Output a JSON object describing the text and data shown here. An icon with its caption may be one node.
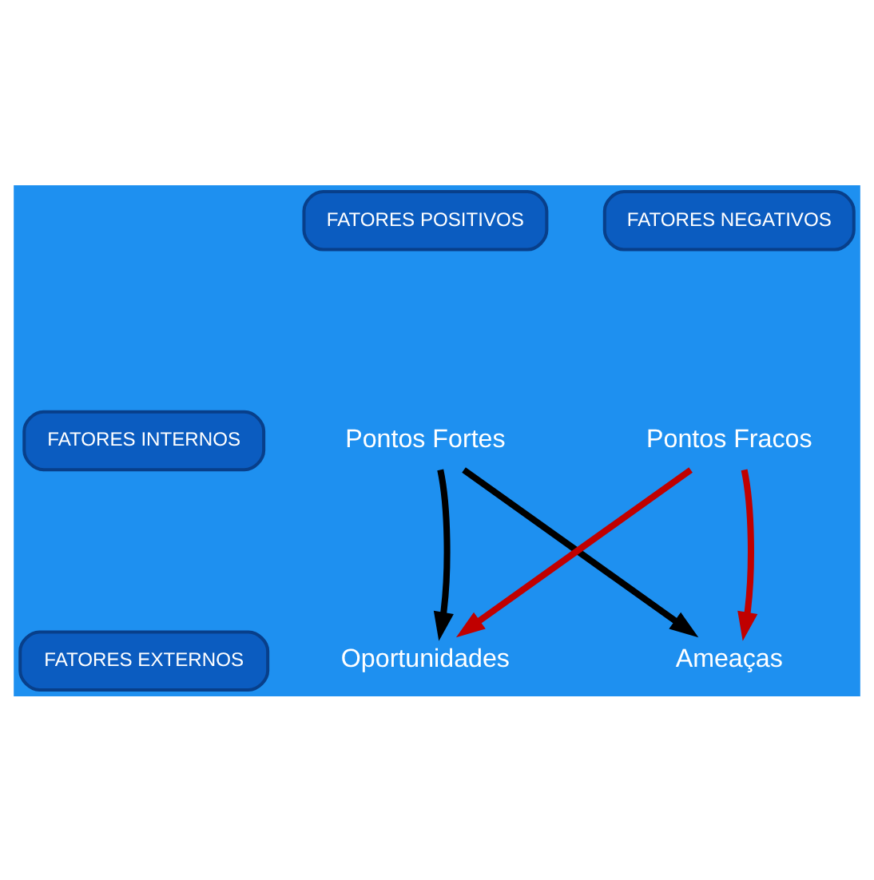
{
  "diagram": {
    "nodes": [
      {
        "text": [
          "FATORES POSITIVOS"
        ]
      },
      {
        "text": [
          "FATORES NEGATIVOS"
        ]
      },
      {
        "text": [
          "FATORES INTERNOS"
        ]
      },
      {
        "text": [
          "Pontos Fortes"
        ]
      },
      {
        "text": [
          "Pontos Fracos"
        ]
      },
      {
        "text": [
          "FATORES EXTERNOS"
        ]
      },
      {
        "text": [
          "Oportunidades"
        ]
      },
      {
        "text": [
          "Ameaças"
        ]
      }
    ],
    "edges": [
      {
        "from": 3,
        "to": 6,
        "arrow": "to",
        "color": "#000000"
      },
      {
        "from": 3,
        "to": 7,
        "arrow": "to",
        "color": "#000000"
      },
      {
        "from": 4,
        "to": 7,
        "arrow": "to",
        "color": "#c00000"
      },
      {
        "from": 4,
        "to": 6,
        "arrow": "to",
        "color": "#c00000"
      }
    ]
  }
}
